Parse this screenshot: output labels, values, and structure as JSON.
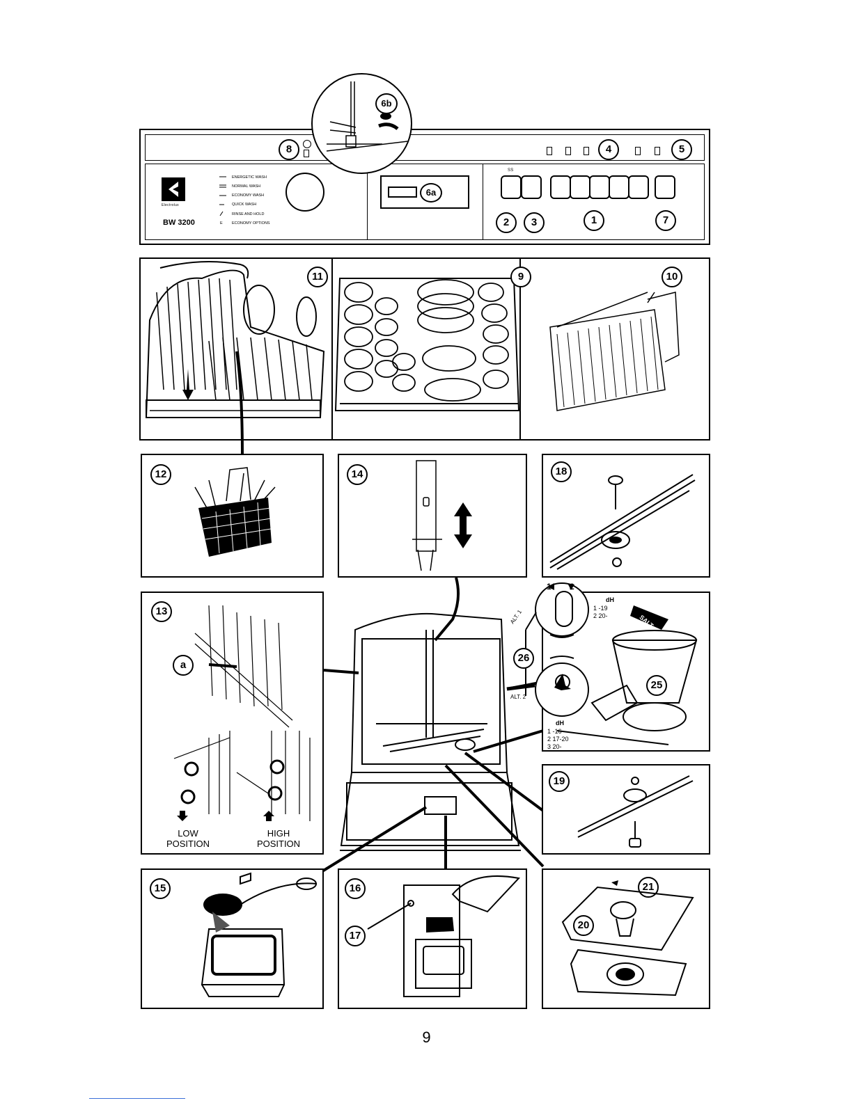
{
  "control_panel": {
    "model": "BW 3200",
    "brand": "Electrolux",
    "programs": [
      {
        "symbol": "ENERGETIC WASH"
      },
      {
        "symbol": "NORMAL WASH"
      },
      {
        "symbol": "ECONOMY WASH"
      },
      {
        "symbol": "QUICK WASH"
      },
      {
        "symbol": "RINSE AND HOLD"
      },
      {
        "symbol": "ECONOMY OPTIONS"
      }
    ],
    "program_prefix": "E",
    "button_marks": [
      "SS"
    ]
  },
  "callouts": {
    "c1": "1",
    "c2": "2",
    "c3": "3",
    "c4": "4",
    "c5": "5",
    "c6a": "6a",
    "c6b": "6b",
    "c7": "7",
    "c8": "8",
    "c9": "9",
    "c10": "10",
    "c11": "11",
    "c12": "12",
    "c13": "13",
    "c14": "14",
    "c15": "15",
    "c16": "16",
    "c17": "17",
    "c18": "18",
    "c19": "19",
    "c20": "20",
    "c21": "21",
    "c25": "25",
    "c26": "26",
    "ca": "a"
  },
  "rack_height": {
    "low": "LOW POSITION",
    "high": "HIGH POSITION"
  },
  "water_softener": {
    "alt1": "ALT. 1",
    "alt2": "ALT. 2",
    "dh_title": "dH",
    "alt1_rows": [
      "1 -19",
      "2 20-"
    ],
    "alt2_rows": [
      "1 -16",
      "2 17-20",
      "3 20-"
    ],
    "dial_marks": [
      "1",
      "2"
    ],
    "salt_label": "SALT"
  },
  "page_number": "9"
}
